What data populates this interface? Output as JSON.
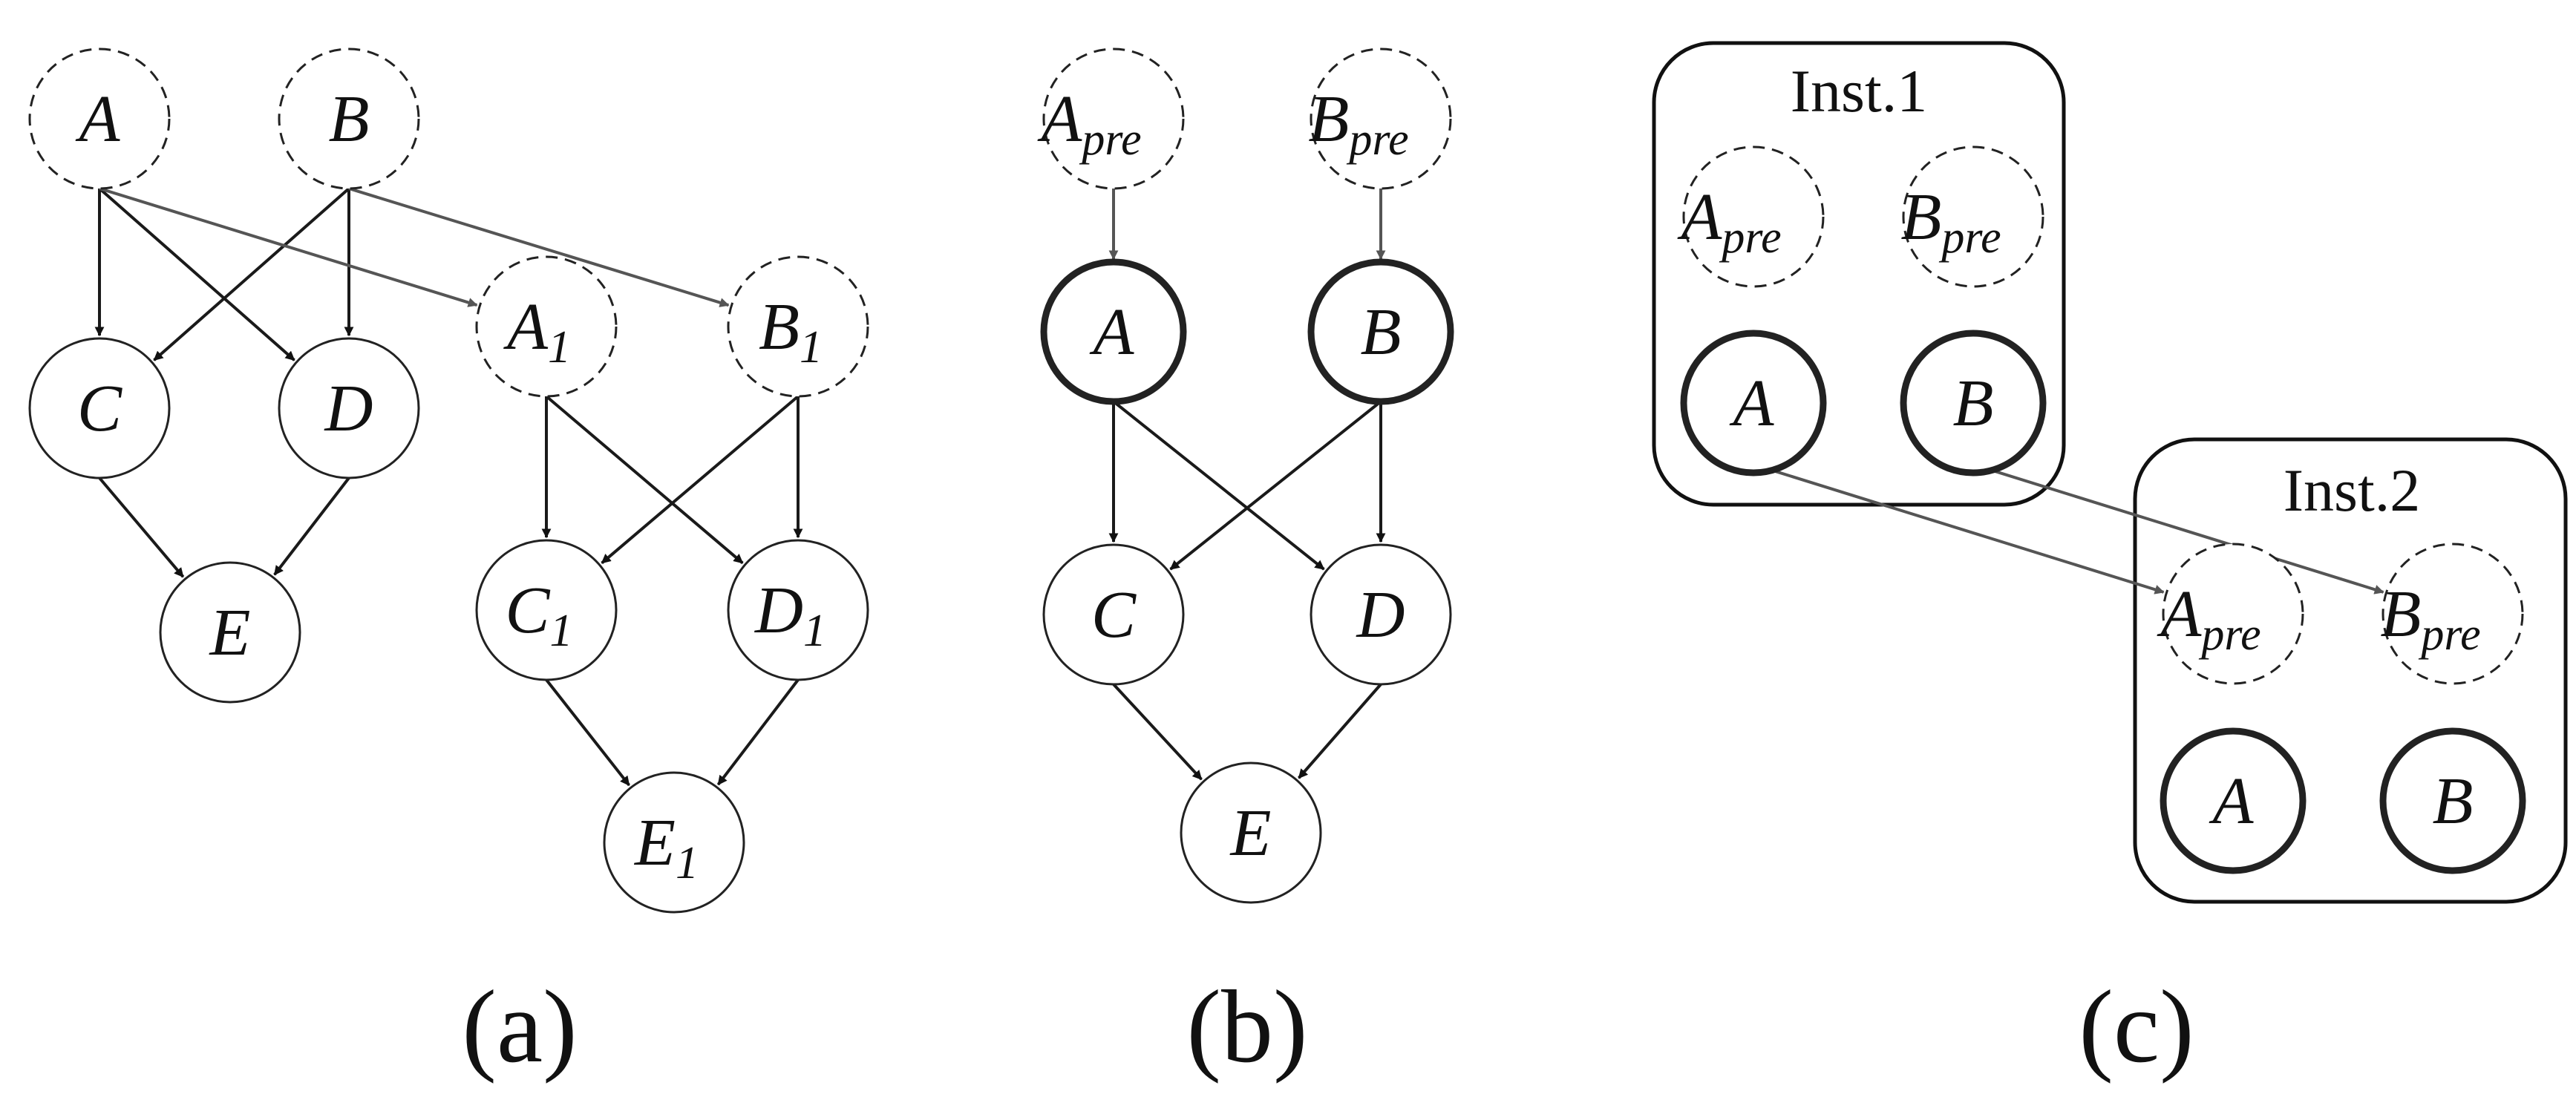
{
  "panels": [
    {
      "id": "a",
      "caption": "(a)"
    },
    {
      "id": "b",
      "caption": "(b)"
    },
    {
      "id": "c",
      "caption": "(c)"
    }
  ],
  "instances": [
    {
      "id": "inst1",
      "label": "Inst.1"
    },
    {
      "id": "inst2",
      "label": "Inst.2"
    }
  ],
  "nodes": {
    "a": [
      {
        "id": "A",
        "main": "A",
        "sub": "",
        "style": "dashed"
      },
      {
        "id": "B",
        "main": "B",
        "sub": "",
        "style": "dashed"
      },
      {
        "id": "C",
        "main": "C",
        "sub": "",
        "style": "solid"
      },
      {
        "id": "D",
        "main": "D",
        "sub": "",
        "style": "solid"
      },
      {
        "id": "E",
        "main": "E",
        "sub": "",
        "style": "solid"
      },
      {
        "id": "A1",
        "main": "A",
        "sub": "1",
        "style": "dashed"
      },
      {
        "id": "B1",
        "main": "B",
        "sub": "1",
        "style": "dashed"
      },
      {
        "id": "C1",
        "main": "C",
        "sub": "1",
        "style": "solid"
      },
      {
        "id": "D1",
        "main": "D",
        "sub": "1",
        "style": "solid"
      },
      {
        "id": "E1",
        "main": "E",
        "sub": "1",
        "style": "solid"
      }
    ],
    "b": [
      {
        "id": "Apre",
        "main": "A",
        "sub": "pre",
        "style": "dashed"
      },
      {
        "id": "Bpre",
        "main": "B",
        "sub": "pre",
        "style": "dashed"
      },
      {
        "id": "A",
        "main": "A",
        "sub": "",
        "style": "bold"
      },
      {
        "id": "B",
        "main": "B",
        "sub": "",
        "style": "bold"
      },
      {
        "id": "C",
        "main": "C",
        "sub": "",
        "style": "solid"
      },
      {
        "id": "D",
        "main": "D",
        "sub": "",
        "style": "solid"
      },
      {
        "id": "E",
        "main": "E",
        "sub": "",
        "style": "solid"
      }
    ],
    "c": [
      {
        "id": "Apre1",
        "main": "A",
        "sub": "pre",
        "style": "dashed"
      },
      {
        "id": "Bpre1",
        "main": "B",
        "sub": "pre",
        "style": "dashed"
      },
      {
        "id": "A1",
        "main": "A",
        "sub": "",
        "style": "bold"
      },
      {
        "id": "B1",
        "main": "B",
        "sub": "",
        "style": "bold"
      },
      {
        "id": "Apre2",
        "main": "A",
        "sub": "pre",
        "style": "dashed"
      },
      {
        "id": "Bpre2",
        "main": "B",
        "sub": "pre",
        "style": "dashed"
      },
      {
        "id": "A2",
        "main": "A",
        "sub": "",
        "style": "bold"
      },
      {
        "id": "B2",
        "main": "B",
        "sub": "",
        "style": "bold"
      }
    ]
  },
  "edges": {
    "a": [
      [
        "A",
        "C"
      ],
      [
        "A",
        "D"
      ],
      [
        "B",
        "C"
      ],
      [
        "B",
        "D"
      ],
      [
        "C",
        "E"
      ],
      [
        "D",
        "E"
      ],
      [
        "A",
        "A1"
      ],
      [
        "B",
        "B1"
      ],
      [
        "A1",
        "C1"
      ],
      [
        "A1",
        "D1"
      ],
      [
        "B1",
        "C1"
      ],
      [
        "B1",
        "D1"
      ],
      [
        "C1",
        "E1"
      ],
      [
        "D1",
        "E1"
      ]
    ],
    "b": [
      [
        "Apre",
        "A"
      ],
      [
        "Bpre",
        "B"
      ],
      [
        "A",
        "C"
      ],
      [
        "A",
        "D"
      ],
      [
        "B",
        "C"
      ],
      [
        "B",
        "D"
      ],
      [
        "C",
        "E"
      ],
      [
        "D",
        "E"
      ]
    ],
    "c": [
      [
        "A1",
        "Apre2"
      ],
      [
        "B1",
        "Bpre2"
      ]
    ]
  }
}
